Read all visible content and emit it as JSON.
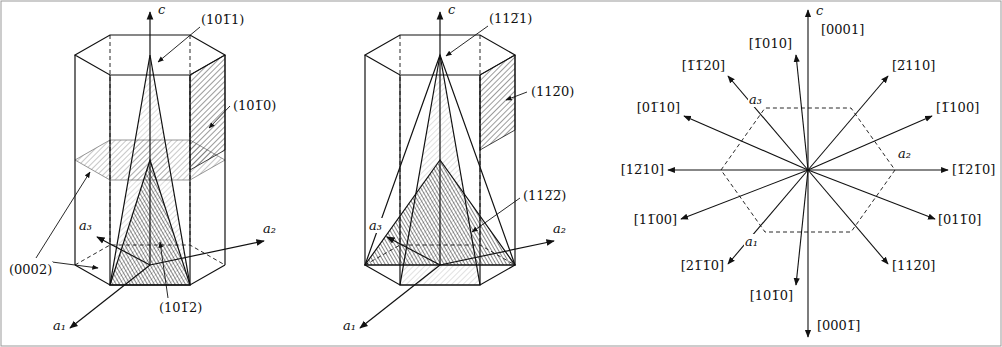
{
  "diagram": {
    "labels": [
      "c",
      "(101̅1)",
      "(101̅0)",
      "(0002)",
      "a₃",
      "a₂",
      "a₁",
      "(101̅2)",
      "c",
      "(112̅1)",
      "(112̅0)",
      "(112̅2̅)",
      "a₃",
      "a₂",
      "a₁",
      "c",
      "[0001]",
      "[1̅010]",
      "[2̅110]",
      "[1̅1̅20]",
      "a₃",
      "[01̅10]",
      "a₂",
      "[1̅100]",
      "[12̅10]",
      "[1̅21̅0]",
      "[11̅00]",
      "[011̅0]",
      "a₁",
      "[21̅1̅0]",
      "[101̅0]",
      "[112̅0]",
      "[0001̅]"
    ]
  }
}
